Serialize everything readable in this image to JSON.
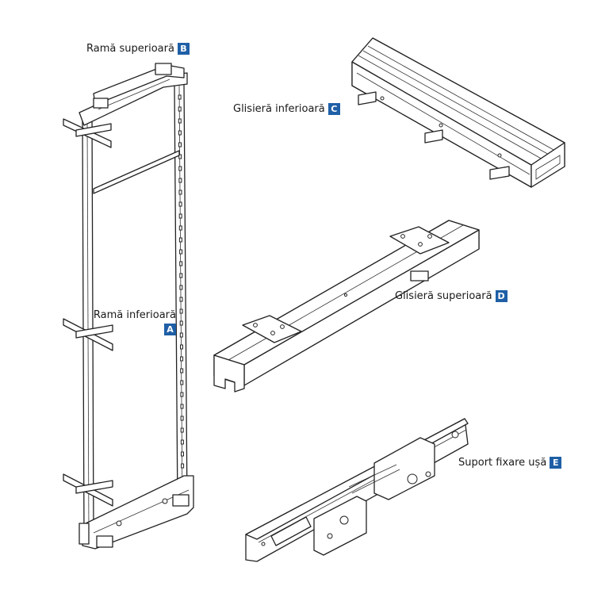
{
  "accent_color": "#1f5fa6",
  "parts": [
    {
      "id": "frame_top",
      "name": "Ramă superioară",
      "letter": "B",
      "icon": "frame-top-drawing"
    },
    {
      "id": "frame_bottom",
      "name": "Ramă inferioară",
      "letter": "A",
      "icon": "frame-bottom-drawing"
    },
    {
      "id": "rail_bottom",
      "name": "Glisieră inferioară",
      "letter": "C",
      "icon": "bottom-rail-drawing"
    },
    {
      "id": "rail_top",
      "name": "Glisieră superioară",
      "letter": "D",
      "icon": "top-rail-drawing"
    },
    {
      "id": "door_bracket",
      "name": "Suport fixare ușă",
      "letter": "E",
      "icon": "door-bracket-drawing"
    }
  ]
}
